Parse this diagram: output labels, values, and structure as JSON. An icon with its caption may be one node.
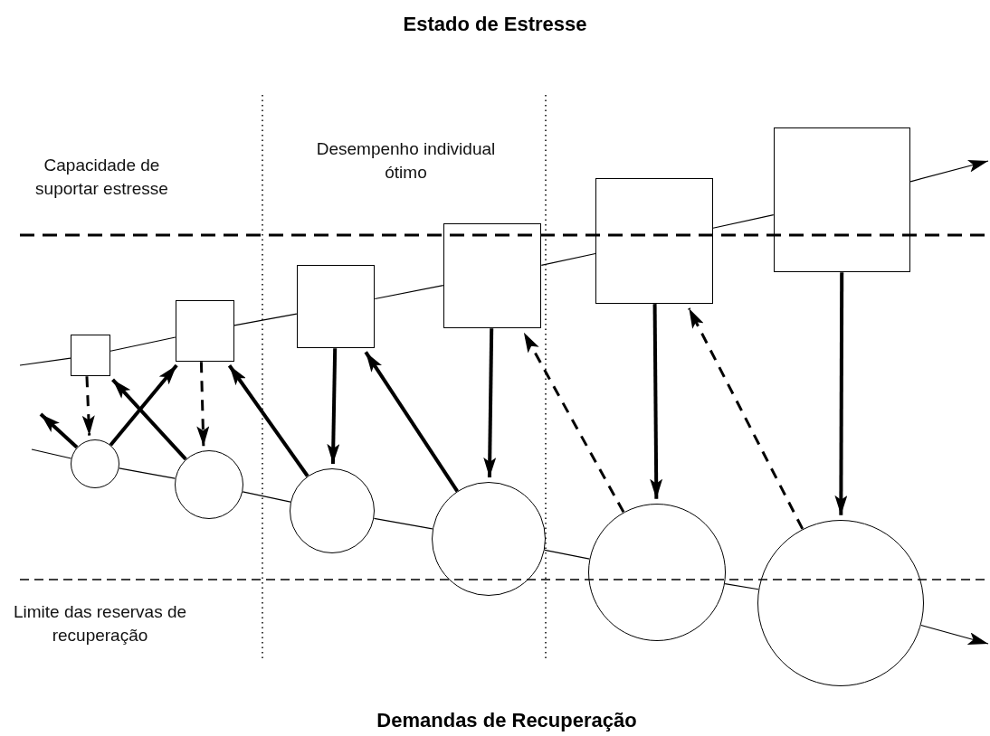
{
  "diagram": {
    "title": "Estado de Estresse",
    "caption": "Demandas de Recuperação",
    "nodes": [
      {
        "text": [],
        "shape": "box"
      },
      {
        "text": [],
        "shape": "box"
      },
      {
        "text": [],
        "shape": "box"
      },
      {
        "text": [],
        "shape": "box"
      },
      {
        "text": [],
        "shape": "box"
      },
      {
        "text": [],
        "shape": "box"
      },
      {
        "text": [],
        "shape": "circle"
      },
      {
        "text": [],
        "shape": "circle"
      },
      {
        "text": [],
        "shape": "circle"
      },
      {
        "text": [],
        "shape": "circle"
      },
      {
        "text": [],
        "shape": "circle"
      },
      {
        "text": [],
        "shape": "circle"
      }
    ],
    "edges": [
      {
        "from": null,
        "to": 0,
        "arrow": "none"
      },
      {
        "from": 0,
        "to": 1,
        "arrow": "none"
      },
      {
        "from": 1,
        "to": 2,
        "arrow": "none"
      },
      {
        "from": 2,
        "to": 3,
        "arrow": "none"
      },
      {
        "from": 3,
        "to": 4,
        "arrow": "none"
      },
      {
        "from": 4,
        "to": 5,
        "arrow": "none"
      },
      {
        "from": 5,
        "to": null,
        "arrow": "to"
      },
      {
        "from": null,
        "to": 6,
        "arrow": "none"
      },
      {
        "from": 6,
        "to": 7,
        "arrow": "none"
      },
      {
        "from": 7,
        "to": 8,
        "arrow": "none"
      },
      {
        "from": 8,
        "to": 9,
        "arrow": "none"
      },
      {
        "from": 9,
        "to": 10,
        "arrow": "none"
      },
      {
        "from": 10,
        "to": 11,
        "arrow": "none"
      },
      {
        "from": 11,
        "to": null,
        "arrow": "to"
      },
      {
        "from": 0,
        "to": 6,
        "arrow": "to",
        "style": "dashed"
      },
      {
        "from": 1,
        "to": 7,
        "arrow": "to",
        "style": "dashed"
      },
      {
        "from": 2,
        "to": 8,
        "arrow": "to",
        "style": "thick"
      },
      {
        "from": 3,
        "to": 9,
        "arrow": "to",
        "style": "thick"
      },
      {
        "from": 4,
        "to": 10,
        "arrow": "to",
        "style": "thick"
      },
      {
        "from": 5,
        "to": 11,
        "arrow": "to",
        "style": "thick"
      },
      {
        "from": 6,
        "to": null,
        "arrow": "to",
        "style": "thick"
      },
      {
        "from": 6,
        "to": 1,
        "arrow": "to",
        "style": "thick"
      },
      {
        "from": 7,
        "to": 0,
        "arrow": "to",
        "style": "thick"
      },
      {
        "from": 8,
        "to": 1,
        "arrow": "to",
        "style": "thick"
      },
      {
        "from": 9,
        "to": 2,
        "arrow": "to",
        "style": "thick"
      },
      {
        "from": 10,
        "to": 3,
        "arrow": "to",
        "style": "dashed"
      },
      {
        "from": 11,
        "to": 4,
        "arrow": "to",
        "style": "dashed"
      }
    ],
    "labels": [
      "Capacidade de suportar estresse",
      "Desempenho individual ótimo",
      "Limite das reservas de recuperação"
    ]
  }
}
